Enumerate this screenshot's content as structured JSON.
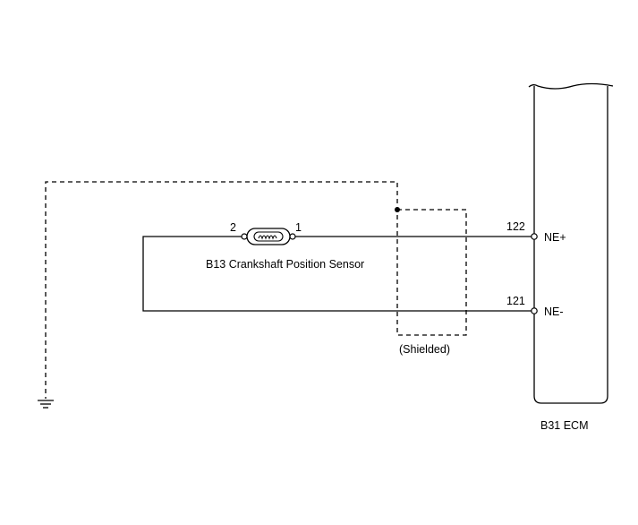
{
  "sensor": {
    "label": "B13 Crankshaft Position Sensor",
    "pin_left": "2",
    "pin_right": "1"
  },
  "ecm": {
    "label": "B31 ECM",
    "terminals": [
      {
        "pin": "122",
        "name": "NE+"
      },
      {
        "pin": "121",
        "name": "NE-"
      }
    ]
  },
  "shield": {
    "label": "(Shielded)"
  }
}
